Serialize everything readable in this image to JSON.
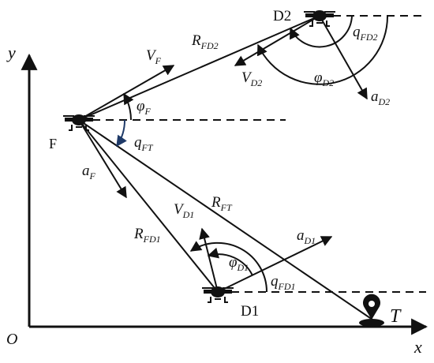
{
  "axes": {
    "origin": "O",
    "x": "x",
    "y": "y"
  },
  "nodes": {
    "pursuer": "F",
    "defender1": "D1",
    "defender2": "D2",
    "target": "T"
  },
  "vectors": {
    "vf": {
      "main": "V",
      "sub": "F"
    },
    "af": {
      "main": "a",
      "sub": "F"
    },
    "vd1": {
      "main": "V",
      "sub": "D1"
    },
    "ad1": {
      "main": "a",
      "sub": "D1"
    },
    "vd2": {
      "main": "V",
      "sub": "D2"
    },
    "ad2": {
      "main": "a",
      "sub": "D2"
    }
  },
  "distances": {
    "rfd2": {
      "main": "R",
      "sub": "FD2"
    },
    "rft": {
      "main": "R",
      "sub": "FT"
    },
    "rfd1": {
      "main": "R",
      "sub": "FD1"
    }
  },
  "angles": {
    "phif": {
      "main": "φ",
      "sub": "F"
    },
    "qft": {
      "main": "q",
      "sub": "FT"
    },
    "phid1": {
      "main": "φ",
      "sub": "D1"
    },
    "qfd1": {
      "main": "q",
      "sub": "FD1"
    },
    "phid2": {
      "main": "φ",
      "sub": "D2"
    },
    "qfd2": {
      "main": "q",
      "sub": "FD2"
    }
  },
  "colors": {
    "ink": "#111111",
    "angle_arrow": "#1f3a68"
  }
}
